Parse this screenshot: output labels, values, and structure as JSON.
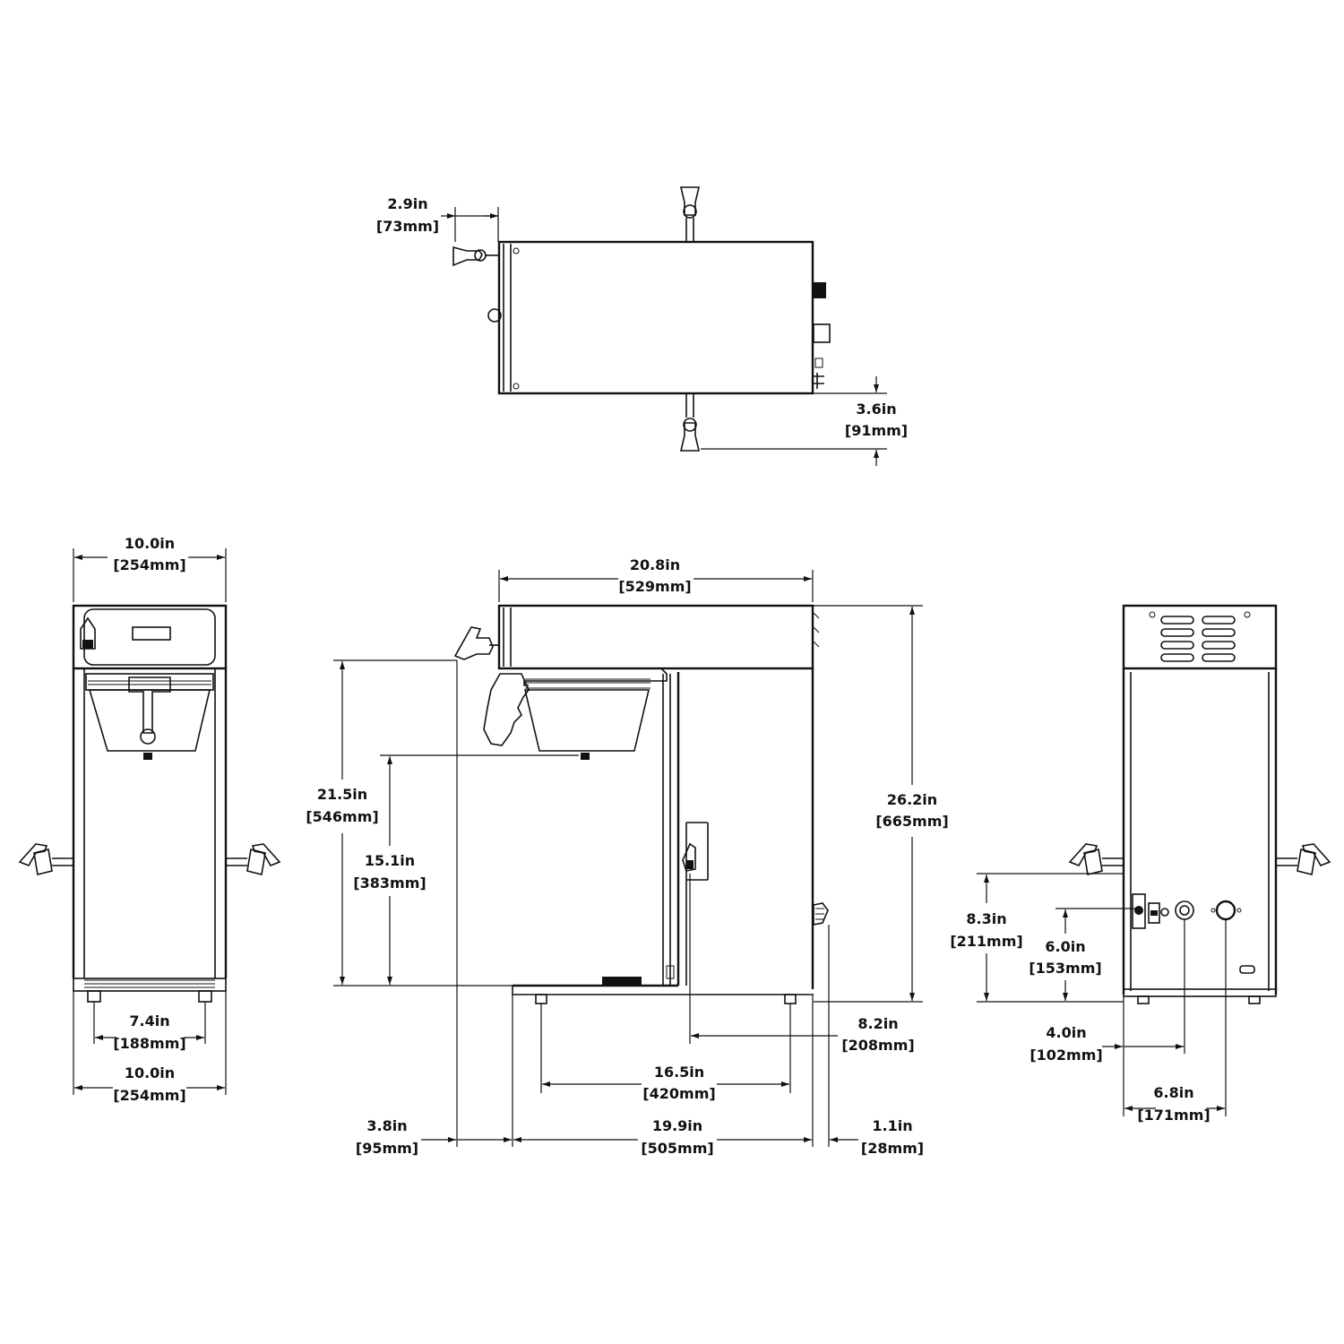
{
  "dimensions": [
    {
      "id": "top-spout-offset",
      "inch": "2.9in",
      "mm": "[73mm]"
    },
    {
      "id": "top-side-spout",
      "inch": "3.6in",
      "mm": "[91mm]"
    },
    {
      "id": "front-width",
      "inch": "10.0in",
      "mm": "[254mm]"
    },
    {
      "id": "front-feet-spacing",
      "inch": "7.4in",
      "mm": "[188mm]"
    },
    {
      "id": "front-base-width",
      "inch": "10.0in",
      "mm": "[254mm]"
    },
    {
      "id": "side-top-depth",
      "inch": "20.8in",
      "mm": "[529mm]"
    },
    {
      "id": "side-spout-height",
      "inch": "21.5in",
      "mm": "[546mm]"
    },
    {
      "id": "side-funnel-clearance",
      "inch": "15.1in",
      "mm": "[383mm]"
    },
    {
      "id": "side-overall-height",
      "inch": "26.2in",
      "mm": "[665mm]"
    },
    {
      "id": "side-faucet-offset",
      "inch": "8.2in",
      "mm": "[208mm]"
    },
    {
      "id": "side-feet-spacing",
      "inch": "16.5in",
      "mm": "[420mm]"
    },
    {
      "id": "side-front-overhang",
      "inch": "3.8in",
      "mm": "[95mm]"
    },
    {
      "id": "side-base-depth",
      "inch": "19.9in",
      "mm": "[505mm]"
    },
    {
      "id": "side-rear-overhang",
      "inch": "1.1in",
      "mm": "[28mm]"
    },
    {
      "id": "rear-water-height",
      "inch": "8.3in",
      "mm": "[211mm]"
    },
    {
      "id": "rear-power-height",
      "inch": "6.0in",
      "mm": "[153mm]"
    },
    {
      "id": "rear-water-offset",
      "inch": "4.0in",
      "mm": "[102mm]"
    },
    {
      "id": "rear-power-offset",
      "inch": "6.8in",
      "mm": "[171mm]"
    }
  ]
}
